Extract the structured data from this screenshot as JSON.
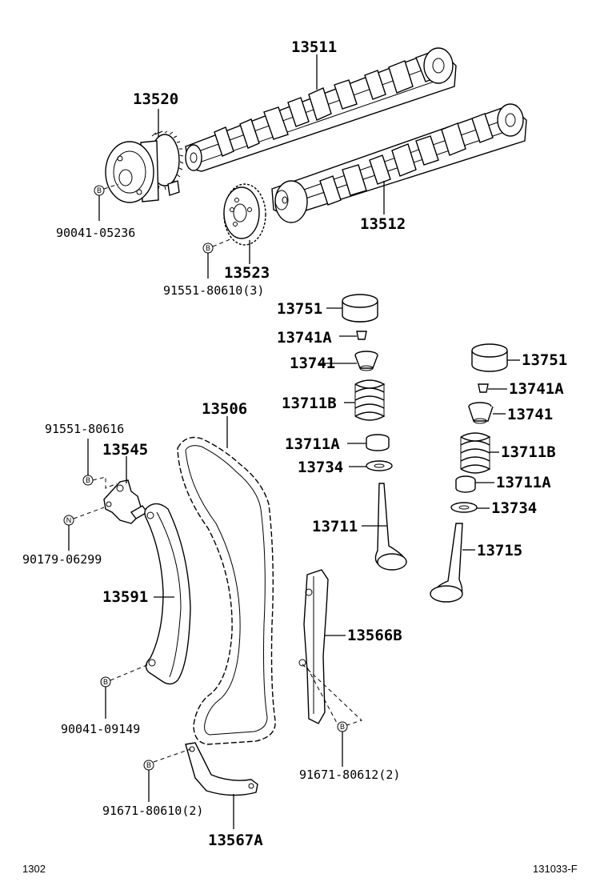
{
  "parts": {
    "p13511": "13511",
    "p13520": "13520",
    "p90041_05236": "90041-05236",
    "p13512": "13512",
    "p13523": "13523",
    "p91551_80610": "91551-80610(3)",
    "p13751_a": "13751",
    "p13741A_a": "13741A",
    "p13741_a": "13741",
    "p13711B_a": "13711B",
    "p13711A_a": "13711A",
    "p13734_a": "13734",
    "p13711": "13711",
    "p13751_b": "13751",
    "p13741A_b": "13741A",
    "p13741_b": "13741",
    "p13711B_b": "13711B",
    "p13711A_b": "13711A",
    "p13734_b": "13734",
    "p13715": "13715",
    "p13506": "13506",
    "p91551_80616": "91551-80616",
    "p13545": "13545",
    "p90179_06299": "90179-06299",
    "p13591": "13591",
    "p13566B": "13566B",
    "p90041_09149": "90041-09149",
    "p91671_80612": "91671-80612(2)",
    "p91671_80610": "91671-80610(2)",
    "p13567A": "13567A"
  },
  "markers": {
    "bolt": "B",
    "nut": "N"
  },
  "footer": {
    "page_code": "1302",
    "figure_code": "131033-F"
  }
}
